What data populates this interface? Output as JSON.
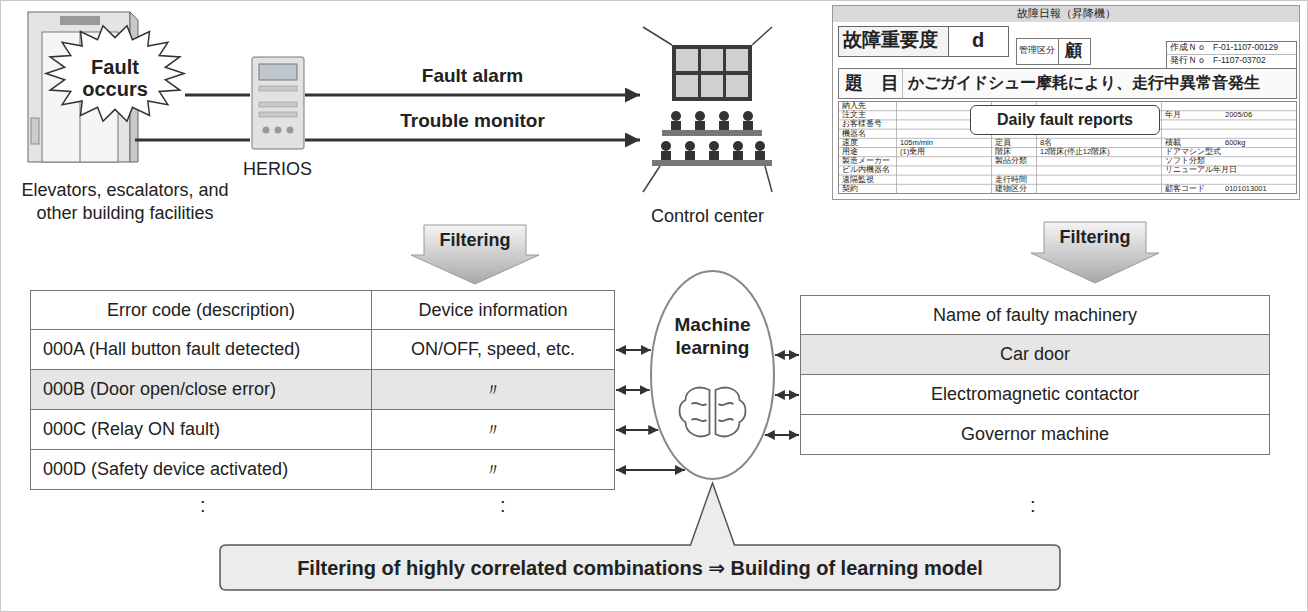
{
  "diagram": {
    "nodes": [
      {
        "text": [
          "Elevators, escalators, and other building facilities"
        ]
      },
      {
        "text": [
          "Fault occurs"
        ],
        "in": 0
      },
      {
        "text": [
          "HERIOS"
        ]
      },
      {
        "text": [
          "Control center"
        ]
      },
      {
        "text": [
          "故障日報（昇降機）"
        ]
      },
      {
        "text": [
          "Daily fault reports"
        ],
        "in": 4
      },
      {
        "text": [
          "Filtering"
        ]
      },
      {
        "text": [
          "Filtering"
        ]
      },
      {
        "text": [
          "Error code (description)",
          "Device information"
        ]
      },
      {
        "text": [
          "000A (Hall button fault detected)",
          "ON/OFF, speed, etc."
        ]
      },
      {
        "text": [
          "000B (Door open/close error)",
          "〃"
        ]
      },
      {
        "text": [
          "000C (Relay ON fault)",
          "〃"
        ]
      },
      {
        "text": [
          "000D (Safety device activated)",
          "〃"
        ]
      },
      {
        "text": [
          "Machine learning"
        ]
      },
      {
        "text": [
          "Name of faulty machinery"
        ]
      },
      {
        "text": [
          "Car door"
        ]
      },
      {
        "text": [
          "Electromagnetic contactor"
        ]
      },
      {
        "text": [
          "Governor machine"
        ]
      },
      {
        "text": [
          "Filtering of highly correlated combinations ⇒ Building of learning model"
        ]
      }
    ],
    "edges": [
      {
        "from": 1,
        "to": 2,
        "arrow": "none"
      },
      {
        "from": 0,
        "to": 2,
        "arrow": "none"
      },
      {
        "from": 2,
        "to": 3,
        "label": "Fault alarm",
        "arrow": "to"
      },
      {
        "from": 2,
        "to": 3,
        "label": "Trouble monitor",
        "arrow": "to"
      },
      {
        "from": 13,
        "to": 9,
        "arrow": "both"
      },
      {
        "from": 13,
        "to": 10,
        "arrow": "both"
      },
      {
        "from": 13,
        "to": 11,
        "arrow": "both"
      },
      {
        "from": 13,
        "to": 12,
        "arrow": "both"
      },
      {
        "from": 13,
        "to": 15,
        "arrow": "both"
      },
      {
        "from": 13,
        "to": 16,
        "arrow": "both"
      },
      {
        "from": 13,
        "to": 17,
        "arrow": "both"
      }
    ],
    "labels": [
      "故障重要度",
      "d",
      "管理区分",
      "顧",
      "作成Ｎｏ",
      "F-01-1107-00129",
      "発行Ｎｏ",
      "F-1107-03702",
      "題　目",
      "かごガイドシュー摩耗により、走行中異常音発生",
      "納入先",
      "注文主",
      "お客様番号",
      "機器名",
      "速度",
      "105m/min",
      "定員",
      "8名",
      "積載",
      "600kg",
      "用途",
      "(1)乗用",
      "階床",
      "12階床(停止12階床)",
      "ドアマシン型式",
      "製造メーカー",
      "製品分類",
      "ソフト分類",
      "ビル内機器名",
      "リニューアル年月日",
      "遠隔監視",
      "走行時間",
      "建物区分",
      "契約",
      "顧客コード",
      "0101013001",
      "年月",
      "2005/06",
      ":",
      ":",
      ":"
    ]
  }
}
